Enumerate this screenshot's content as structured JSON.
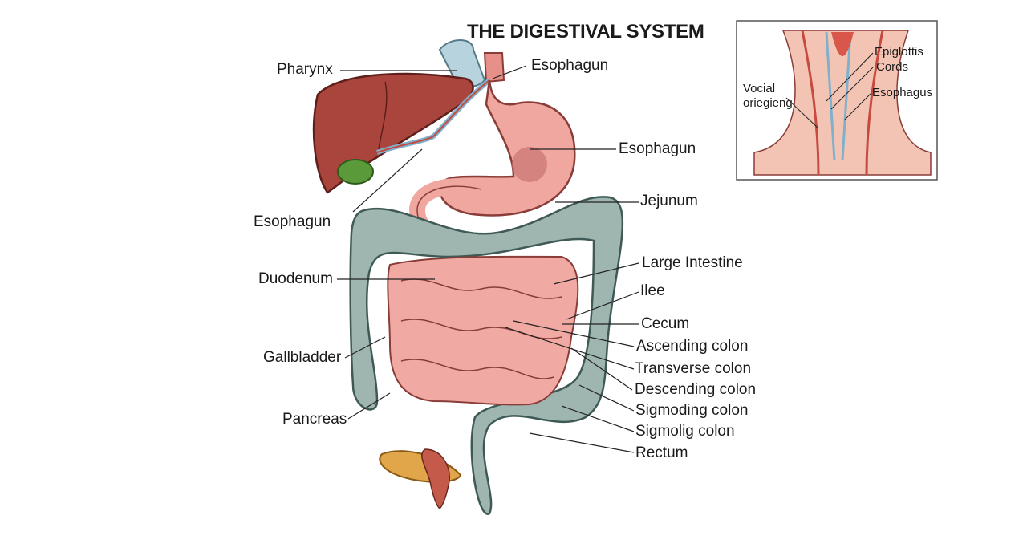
{
  "title": "THE DIGESTIVAL SYSTEM",
  "labels": {
    "pharynx": "Pharynx",
    "esophagun_top": "Esophagun",
    "esophagun_mid": "Esophagun",
    "esophagun_left": "Esophagun",
    "jejunum": "Jejunum",
    "large_intestine": "Large Intestine",
    "duodenum": "Duodenum",
    "ilee": "Ilee",
    "cecum": "Cecum",
    "ascending_colon": "Ascending colon",
    "gallbladder": "Gallbladder",
    "transverse_colon": "Transverse colon",
    "descending_colon": "Descending colon",
    "pancreas": "Pancreas",
    "sigmoding_colon": "Sigmoding colon",
    "sigmolig_colon": "Sigmolig colon",
    "rectum": "Rectum"
  },
  "inset": {
    "epiglottis": "Epiglottis",
    "cords": "Cords",
    "vocial": "Vocial",
    "oriegieng": "oriegieng",
    "esophagus": "Esophagus"
  },
  "colors": {
    "liver": "#a9453c",
    "stomach": "#f0a7a0",
    "colon": "#9fb5b0",
    "small_intestine": "#f1aaa3",
    "gallbladder": "#5a9a3a",
    "pancreas": "#e2a64a",
    "esophagus_tube": "#a9ccd8"
  }
}
